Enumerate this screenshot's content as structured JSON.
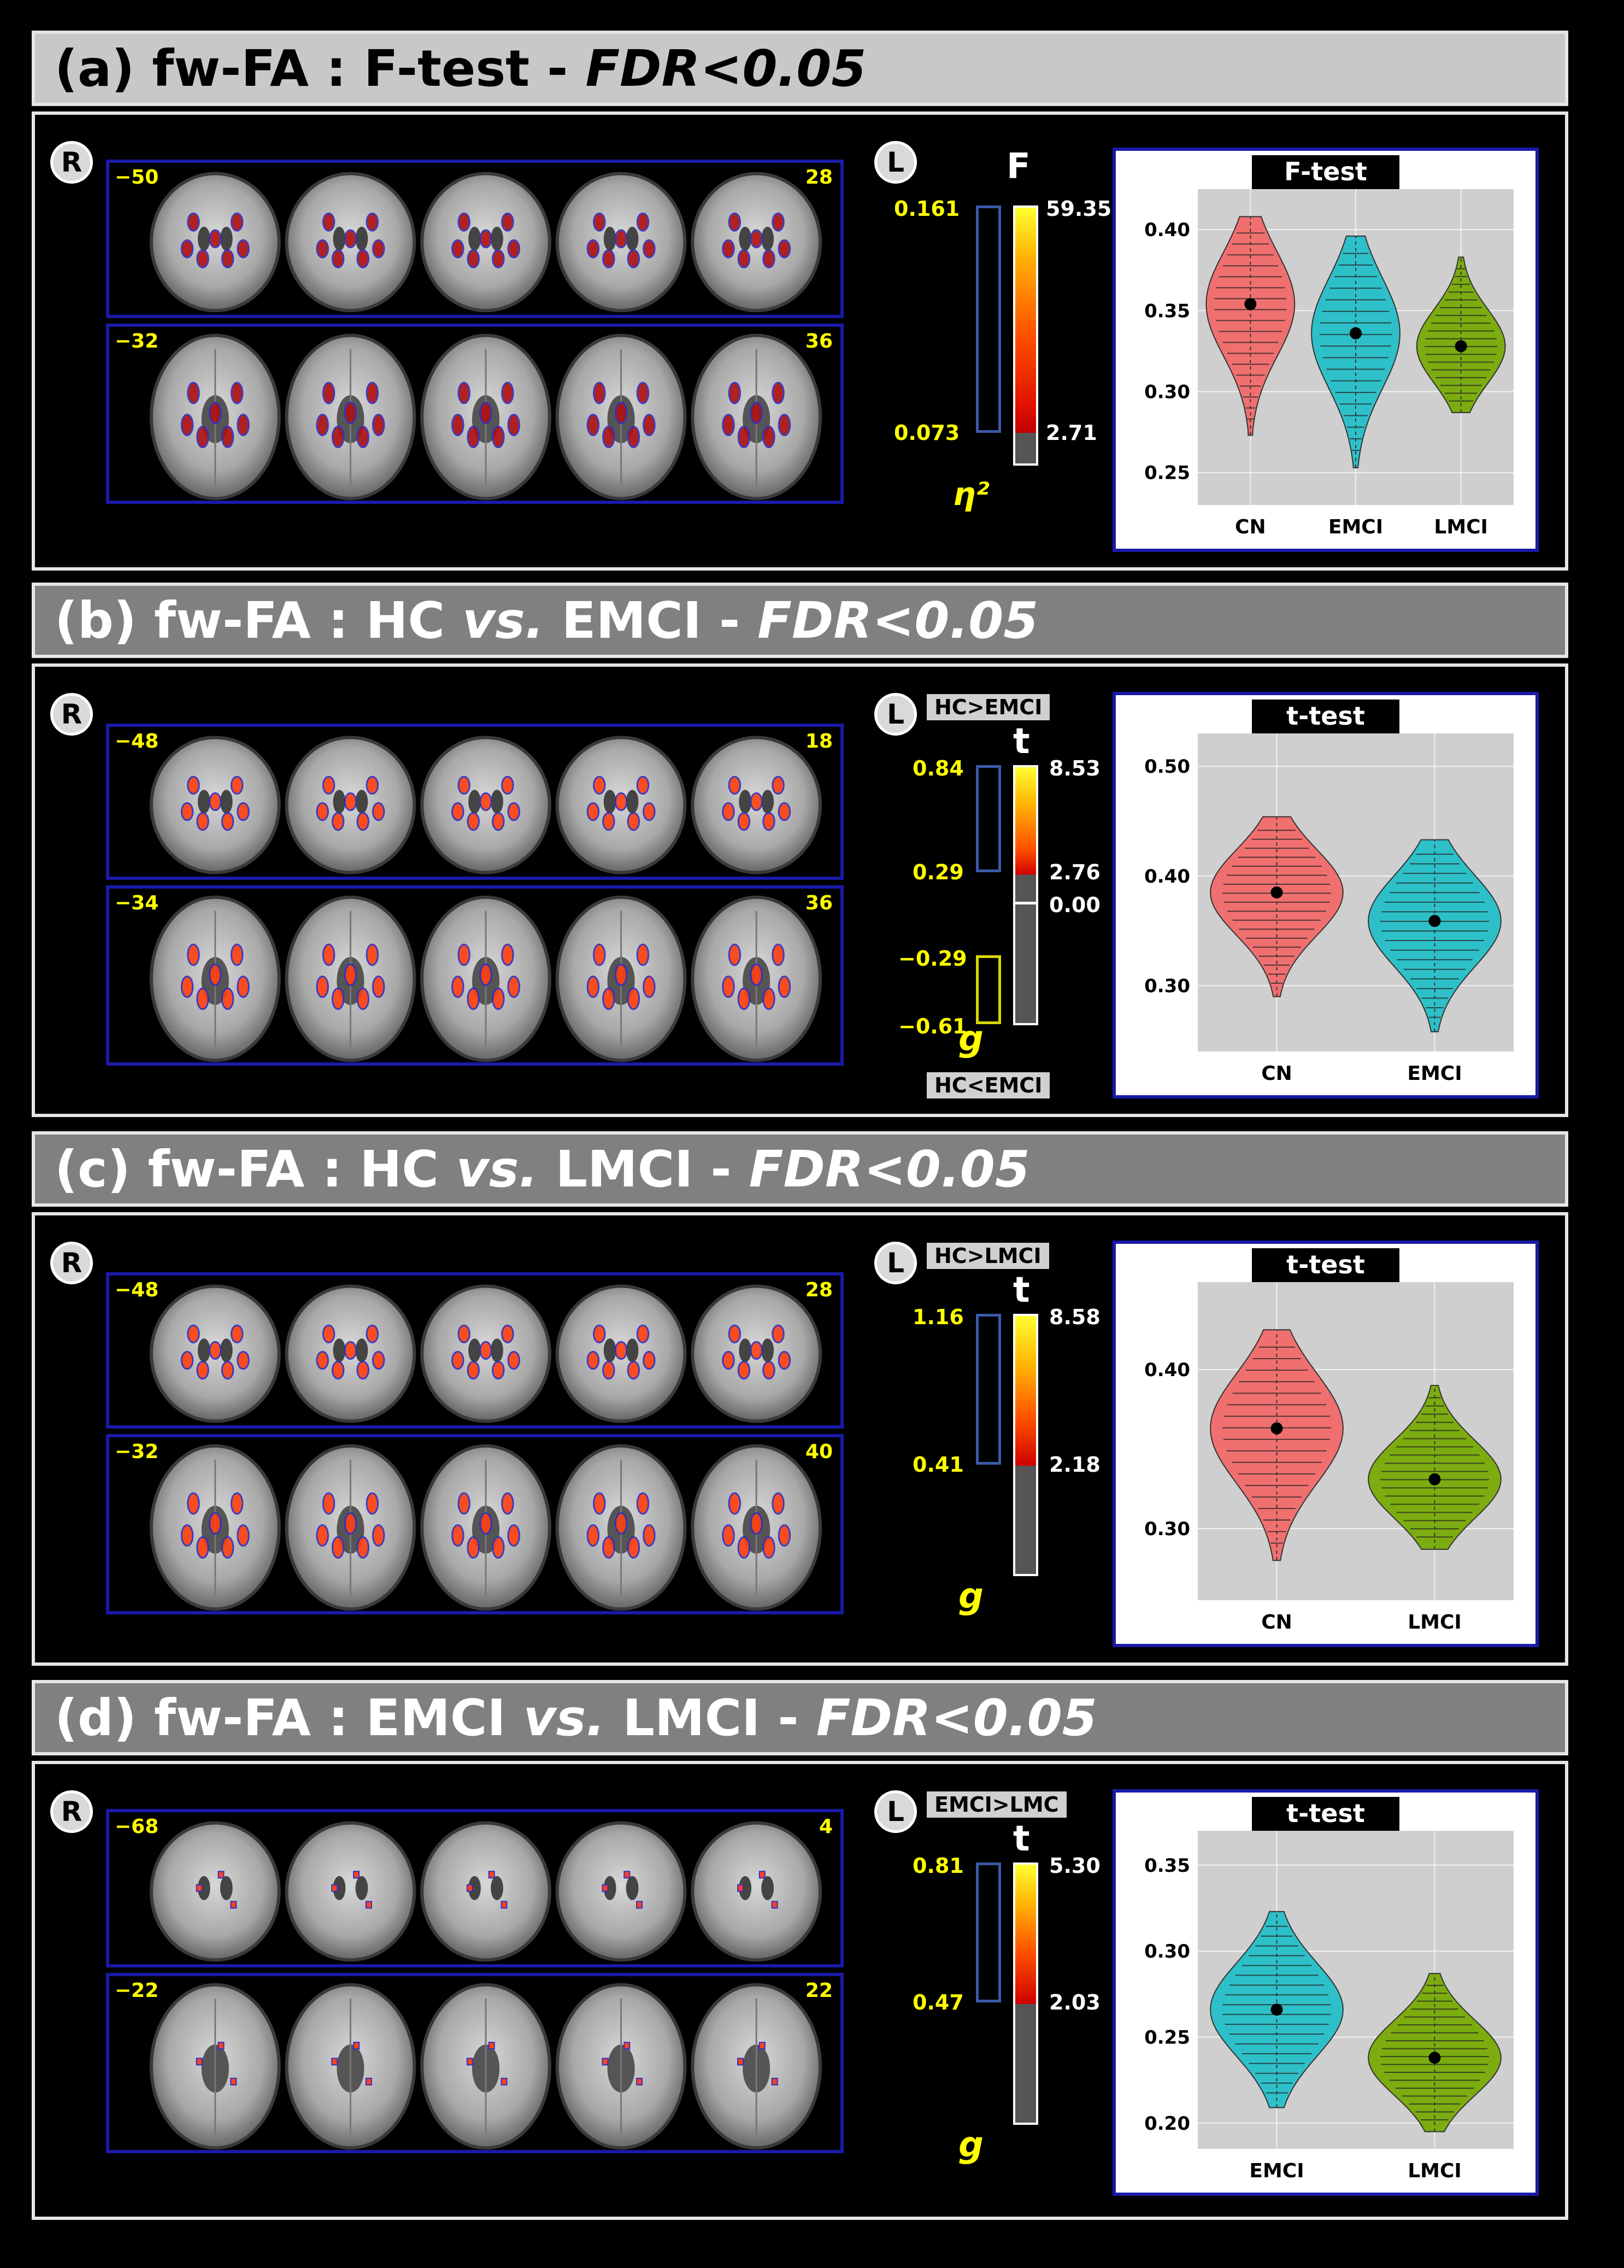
{
  "panels": [
    {
      "head_a": "(a) fw-FA : F-test - ",
      "head_b": "FDR<0.05",
      "head_vs": "",
      "r": "R",
      "l": "L",
      "coronal_left": "−50",
      "coronal_right": "28",
      "axial_left": "−32",
      "axial_right": "36",
      "stat_symbol": "F",
      "effect_symbol": "η²",
      "effect_top": "0.161",
      "effect_bottom": "0.073",
      "stat_top": "59.35",
      "stat_bottom": "2.71",
      "plot_title": "F-test"
    },
    {
      "head_a": "(b) fw-FA : HC ",
      "head_vs": "vs.",
      "head_c": " EMCI - ",
      "head_b": "FDR<0.05",
      "r": "R",
      "l": "L",
      "coronal_left": "−48",
      "coronal_right": "18",
      "axial_left": "−34",
      "axial_right": "36",
      "stat_symbol": "t",
      "effect_symbol": "g",
      "effect_top": "0.84",
      "effect_mid": "0.29",
      "effect_neg1": "−0.29",
      "effect_neg2": "−0.61",
      "stat_top": "8.53",
      "stat_mid": "2.76",
      "stat_zero": "0.00",
      "contrast_pos": "HC>EMCI",
      "contrast_neg": "HC<EMCI",
      "plot_title": "t-test"
    },
    {
      "head_a": "(c) fw-FA : HC ",
      "head_vs": "vs.",
      "head_c": " LMCI - ",
      "head_b": "FDR<0.05",
      "r": "R",
      "l": "L",
      "coronal_left": "−48",
      "coronal_right": "28",
      "axial_left": "−32",
      "axial_right": "40",
      "stat_symbol": "t",
      "effect_symbol": "g",
      "effect_top": "1.16",
      "effect_bottom": "0.41",
      "stat_top": "8.58",
      "stat_bottom": "2.18",
      "contrast_pos": "HC>LMCI",
      "plot_title": "t-test"
    },
    {
      "head_a": "(d) fw-FA : EMCI ",
      "head_vs": "vs.",
      "head_c": " LMCI - ",
      "head_b": "FDR<0.05",
      "r": "R",
      "l": "L",
      "coronal_left": "−68",
      "coronal_right": "4",
      "axial_left": "−22",
      "axial_right": "22",
      "stat_symbol": "t",
      "effect_symbol": "g",
      "effect_top": "0.81",
      "effect_bottom": "0.47",
      "stat_top": "5.30",
      "stat_bottom": "2.03",
      "contrast_pos": "EMCI>LMC",
      "plot_title": "t-test"
    }
  ],
  "chart_data": [
    {
      "type": "violin",
      "title": "F-test",
      "categories": [
        "CN",
        "EMCI",
        "LMCI"
      ],
      "means": [
        0.354,
        0.336,
        0.328
      ],
      "ranges": [
        [
          0.273,
          0.408
        ],
        [
          0.253,
          0.396
        ],
        [
          0.287,
          0.383
        ]
      ],
      "colors": [
        "#f07070",
        "#2ec0c8",
        "#7cac10"
      ],
      "yticks": [
        0.25,
        0.3,
        0.35,
        0.4
      ],
      "ytick_labels": [
        "0.25",
        "0.30",
        "0.35",
        "0.40"
      ],
      "ylim": [
        0.23,
        0.425
      ],
      "grid": true
    },
    {
      "type": "violin",
      "title": "t-test",
      "categories": [
        "CN",
        "EMCI"
      ],
      "means": [
        0.385,
        0.359
      ],
      "ranges": [
        [
          0.29,
          0.454
        ],
        [
          0.258,
          0.433
        ]
      ],
      "colors": [
        "#f07070",
        "#2ec0c8"
      ],
      "yticks": [
        0.3,
        0.4,
        0.5
      ],
      "ytick_labels": [
        "0.30",
        "0.40",
        "0.50"
      ],
      "ylim": [
        0.24,
        0.53
      ],
      "grid": true
    },
    {
      "type": "violin",
      "title": "t-test",
      "categories": [
        "CN",
        "LMCI"
      ],
      "means": [
        0.363,
        0.331
      ],
      "ranges": [
        [
          0.28,
          0.425
        ],
        [
          0.287,
          0.39
        ]
      ],
      "colors": [
        "#f07070",
        "#7cac10"
      ],
      "yticks": [
        0.3,
        0.4
      ],
      "ytick_labels": [
        "0.30",
        "0.40"
      ],
      "ylim": [
        0.255,
        0.455
      ],
      "grid": true
    },
    {
      "type": "violin",
      "title": "t-test",
      "categories": [
        "EMCI",
        "LMCI"
      ],
      "means": [
        0.266,
        0.238
      ],
      "ranges": [
        [
          0.209,
          0.323
        ],
        [
          0.195,
          0.287
        ]
      ],
      "colors": [
        "#2ec0c8",
        "#7cac10"
      ],
      "yticks": [
        0.2,
        0.25,
        0.3,
        0.35
      ],
      "ytick_labels": [
        "0.20",
        "0.25",
        "0.30",
        "0.35"
      ],
      "ylim": [
        0.185,
        0.37
      ],
      "grid": true
    }
  ]
}
